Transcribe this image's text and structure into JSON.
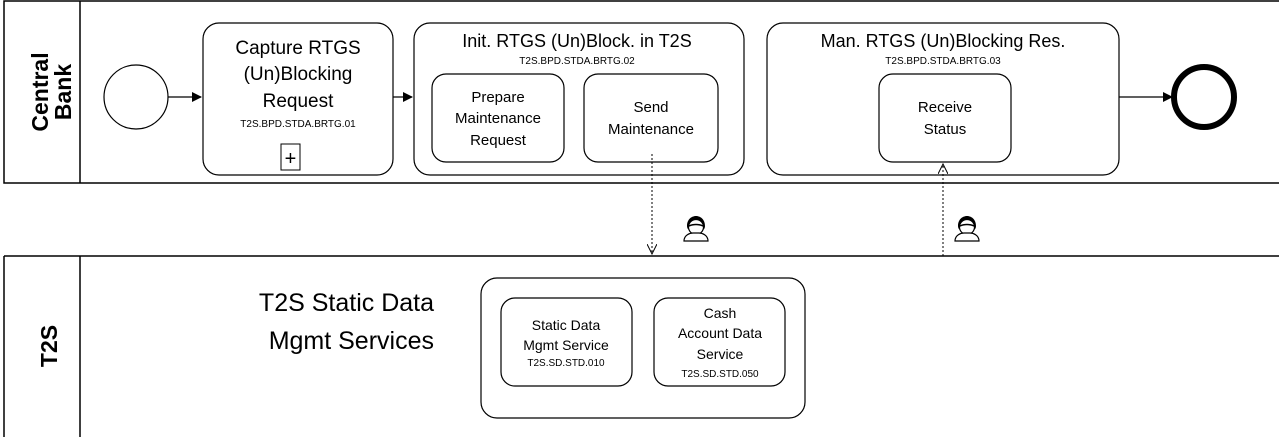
{
  "pools": {
    "central_bank": {
      "label_line1": "Central",
      "label_line2": "Bank"
    },
    "t2s": {
      "label": "T2S"
    }
  },
  "tasks": {
    "capture": {
      "title_lines": [
        "Capture RTGS",
        "(Un)Blocking",
        "Request"
      ],
      "code": "T2S.BPD.STDA.BRTG.01",
      "marker": "+"
    },
    "init": {
      "title": "Init. RTGS (Un)Block. in T2S",
      "code": "T2S.BPD.STDA.BRTG.02",
      "prepare_lines": [
        "Prepare",
        "Maintenance",
        "Request"
      ],
      "send_lines": [
        "Send",
        "Maintenance"
      ]
    },
    "manage": {
      "title": "Man. RTGS (Un)Blocking Res.",
      "code": "T2S.BPD.STDA.BRTG.03",
      "receive_lines": [
        "Receive",
        "Status"
      ]
    }
  },
  "t2s_services": {
    "title_line1": "T2S Static Data",
    "title_line2": "Mgmt Services",
    "static_lines": [
      "Static Data",
      "Mgmt Service"
    ],
    "static_code": "T2S.SD.STD.010",
    "cash_lines": [
      "Cash",
      "Account Data",
      "Service"
    ],
    "cash_code": "T2S.SD.STD.050"
  },
  "icons": {
    "message_icon": "person-icon",
    "start_event": "start-event-icon",
    "end_event": "end-event-icon"
  },
  "colors": {
    "stroke": "#000000",
    "background": "#ffffff"
  }
}
